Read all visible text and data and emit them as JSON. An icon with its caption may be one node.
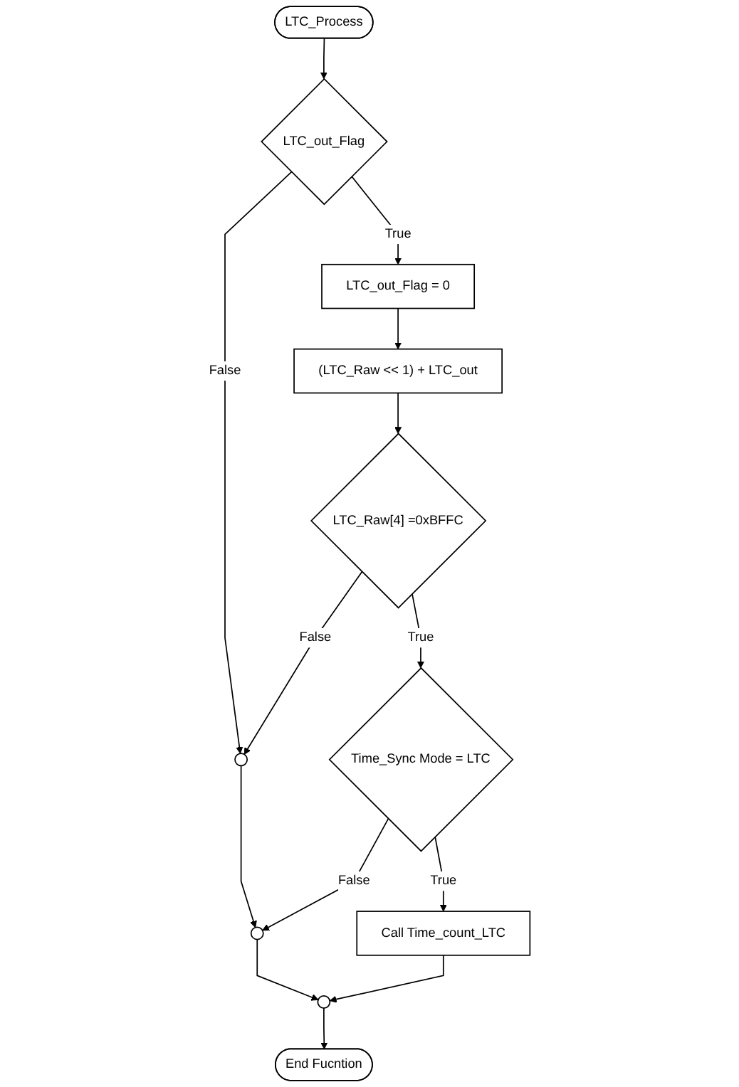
{
  "diagram": {
    "nodes": [
      {
        "text": [
          "LTC_Process"
        ]
      },
      {
        "text": [
          "LTC_out_Flag"
        ]
      },
      {
        "text": [
          "LTC_out_Flag = 0"
        ]
      },
      {
        "text": [
          "(LTC_Raw << 1) + LTC_out"
        ]
      },
      {
        "text": [
          "LTC_Raw[4] =0xBFFC"
        ]
      },
      {
        "text": [
          "Time_Sync Mode = LTC"
        ]
      },
      {
        "text": [
          "Call Time_count_LTC"
        ]
      },
      {
        "text": [],
        "shape": "circle"
      },
      {
        "text": [],
        "shape": "circle"
      },
      {
        "text": [],
        "shape": "circle"
      },
      {
        "text": [
          "End Fucntion"
        ]
      }
    ],
    "edges": [
      {
        "from": 0,
        "to": 1,
        "arrow": "to"
      },
      {
        "from": 1,
        "to": 2,
        "arrow": "to",
        "label": "True"
      },
      {
        "from": 1,
        "to": 7,
        "arrow": "to",
        "label": "False"
      },
      {
        "from": 2,
        "to": 3,
        "arrow": "to"
      },
      {
        "from": 3,
        "to": 4,
        "arrow": "to"
      },
      {
        "from": 4,
        "to": 7,
        "arrow": "to",
        "label": "False"
      },
      {
        "from": 4,
        "to": 5,
        "arrow": "to",
        "label": "True"
      },
      {
        "from": 7,
        "to": 8,
        "arrow": "to"
      },
      {
        "from": 5,
        "to": 8,
        "arrow": "to",
        "label": "False"
      },
      {
        "from": 5,
        "to": 6,
        "arrow": "to",
        "label": "True"
      },
      {
        "from": 8,
        "to": 9,
        "arrow": "to"
      },
      {
        "from": 6,
        "to": 9,
        "arrow": "to"
      },
      {
        "from": 9,
        "to": 10,
        "arrow": "to"
      }
    ]
  }
}
